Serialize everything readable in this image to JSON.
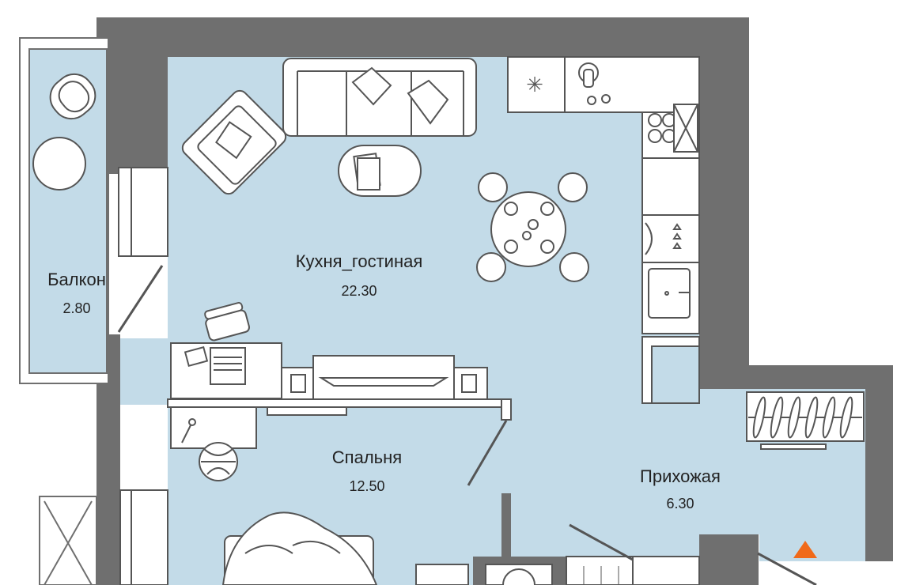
{
  "colors": {
    "floor": "#c3dbe8",
    "wall": "#6f6f6f",
    "furniture_stroke": "#555555",
    "entrance_marker": "#f06a1a"
  },
  "rooms": {
    "balcony": {
      "name": "Балкон",
      "area": "2.80"
    },
    "kitchen": {
      "name": "Кухня_гостиная",
      "area": "22.30"
    },
    "bedroom": {
      "name": "Спальня",
      "area": "12.50"
    },
    "hallway": {
      "name": "Прихожая",
      "area": "6.30"
    }
  },
  "icons": {
    "fridge": "snowflake-icon",
    "entrance": "entrance-triangle-icon"
  }
}
